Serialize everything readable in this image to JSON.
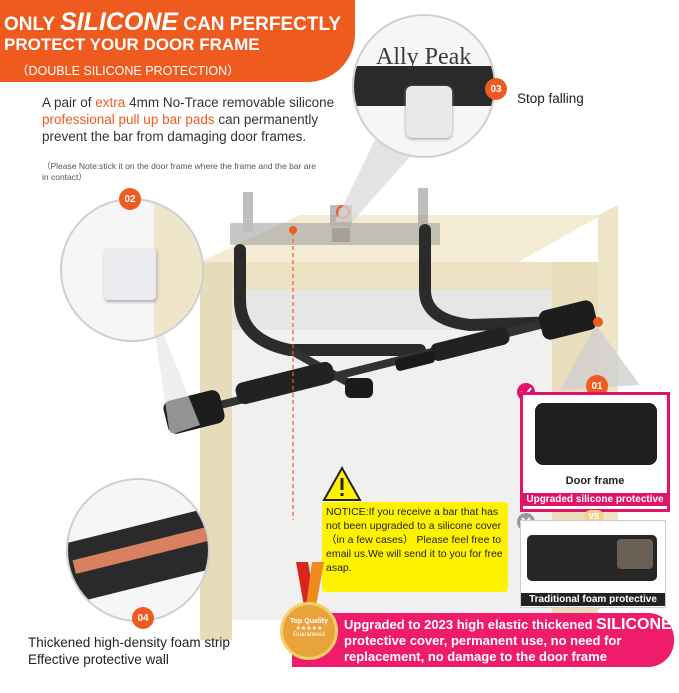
{
  "header": {
    "line1_a": "ONLY ",
    "line1_b": "SILICONE",
    "line1_c": " CAN PERFECTLY",
    "line2": "PROTECT YOUR DOOR FRAME",
    "line3": "（DOUBLE SILICONE PROTECTION）"
  },
  "description": {
    "p1": "A pair of ",
    "p2": "extra",
    "p3": " 4mm No-Trace removable silicone ",
    "p4": "professional pull up bar pads",
    "p5": " can permanently prevent the bar from damaging door frames.",
    "note": "（Please Note:stick it on the door frame where the frame and the bar are in contact）"
  },
  "callouts": {
    "badge_01": "01",
    "badge_02": "02",
    "badge_03": "03",
    "badge_04": "04",
    "stop_falling": "Stop falling",
    "brand_text": "Ally Peak",
    "foam_caption": "Thickened high-density foam strip Effective protective wall"
  },
  "notice": {
    "text": "NOTICE:If you receive a bar that has not been upgraded to a silicone cover （in a few cases） Please feel free to email us.We will send it to you for free asap."
  },
  "compare": {
    "top_inner": "Door frame",
    "top_label": "Upgraded silicone protective",
    "vs": "VS",
    "bottom_label": "Traditional foam protective"
  },
  "ribbon": {
    "line1_a": "Upgraded to 2023 high elastic thickened ",
    "line1_b": "SILICONE",
    "line2": "protective cover, permanent use, no need for",
    "line3": "replacement,  no damage to the door frame"
  },
  "seal": {
    "line1": "Top Quality",
    "stars": "★★★★★",
    "line2": "Guaranteed"
  },
  "colors": {
    "accent_orange": "#ef5a1f",
    "accent_pink": "#e0146a",
    "notice_yellow": "#fff200",
    "door_frame": "#efe5c8"
  }
}
